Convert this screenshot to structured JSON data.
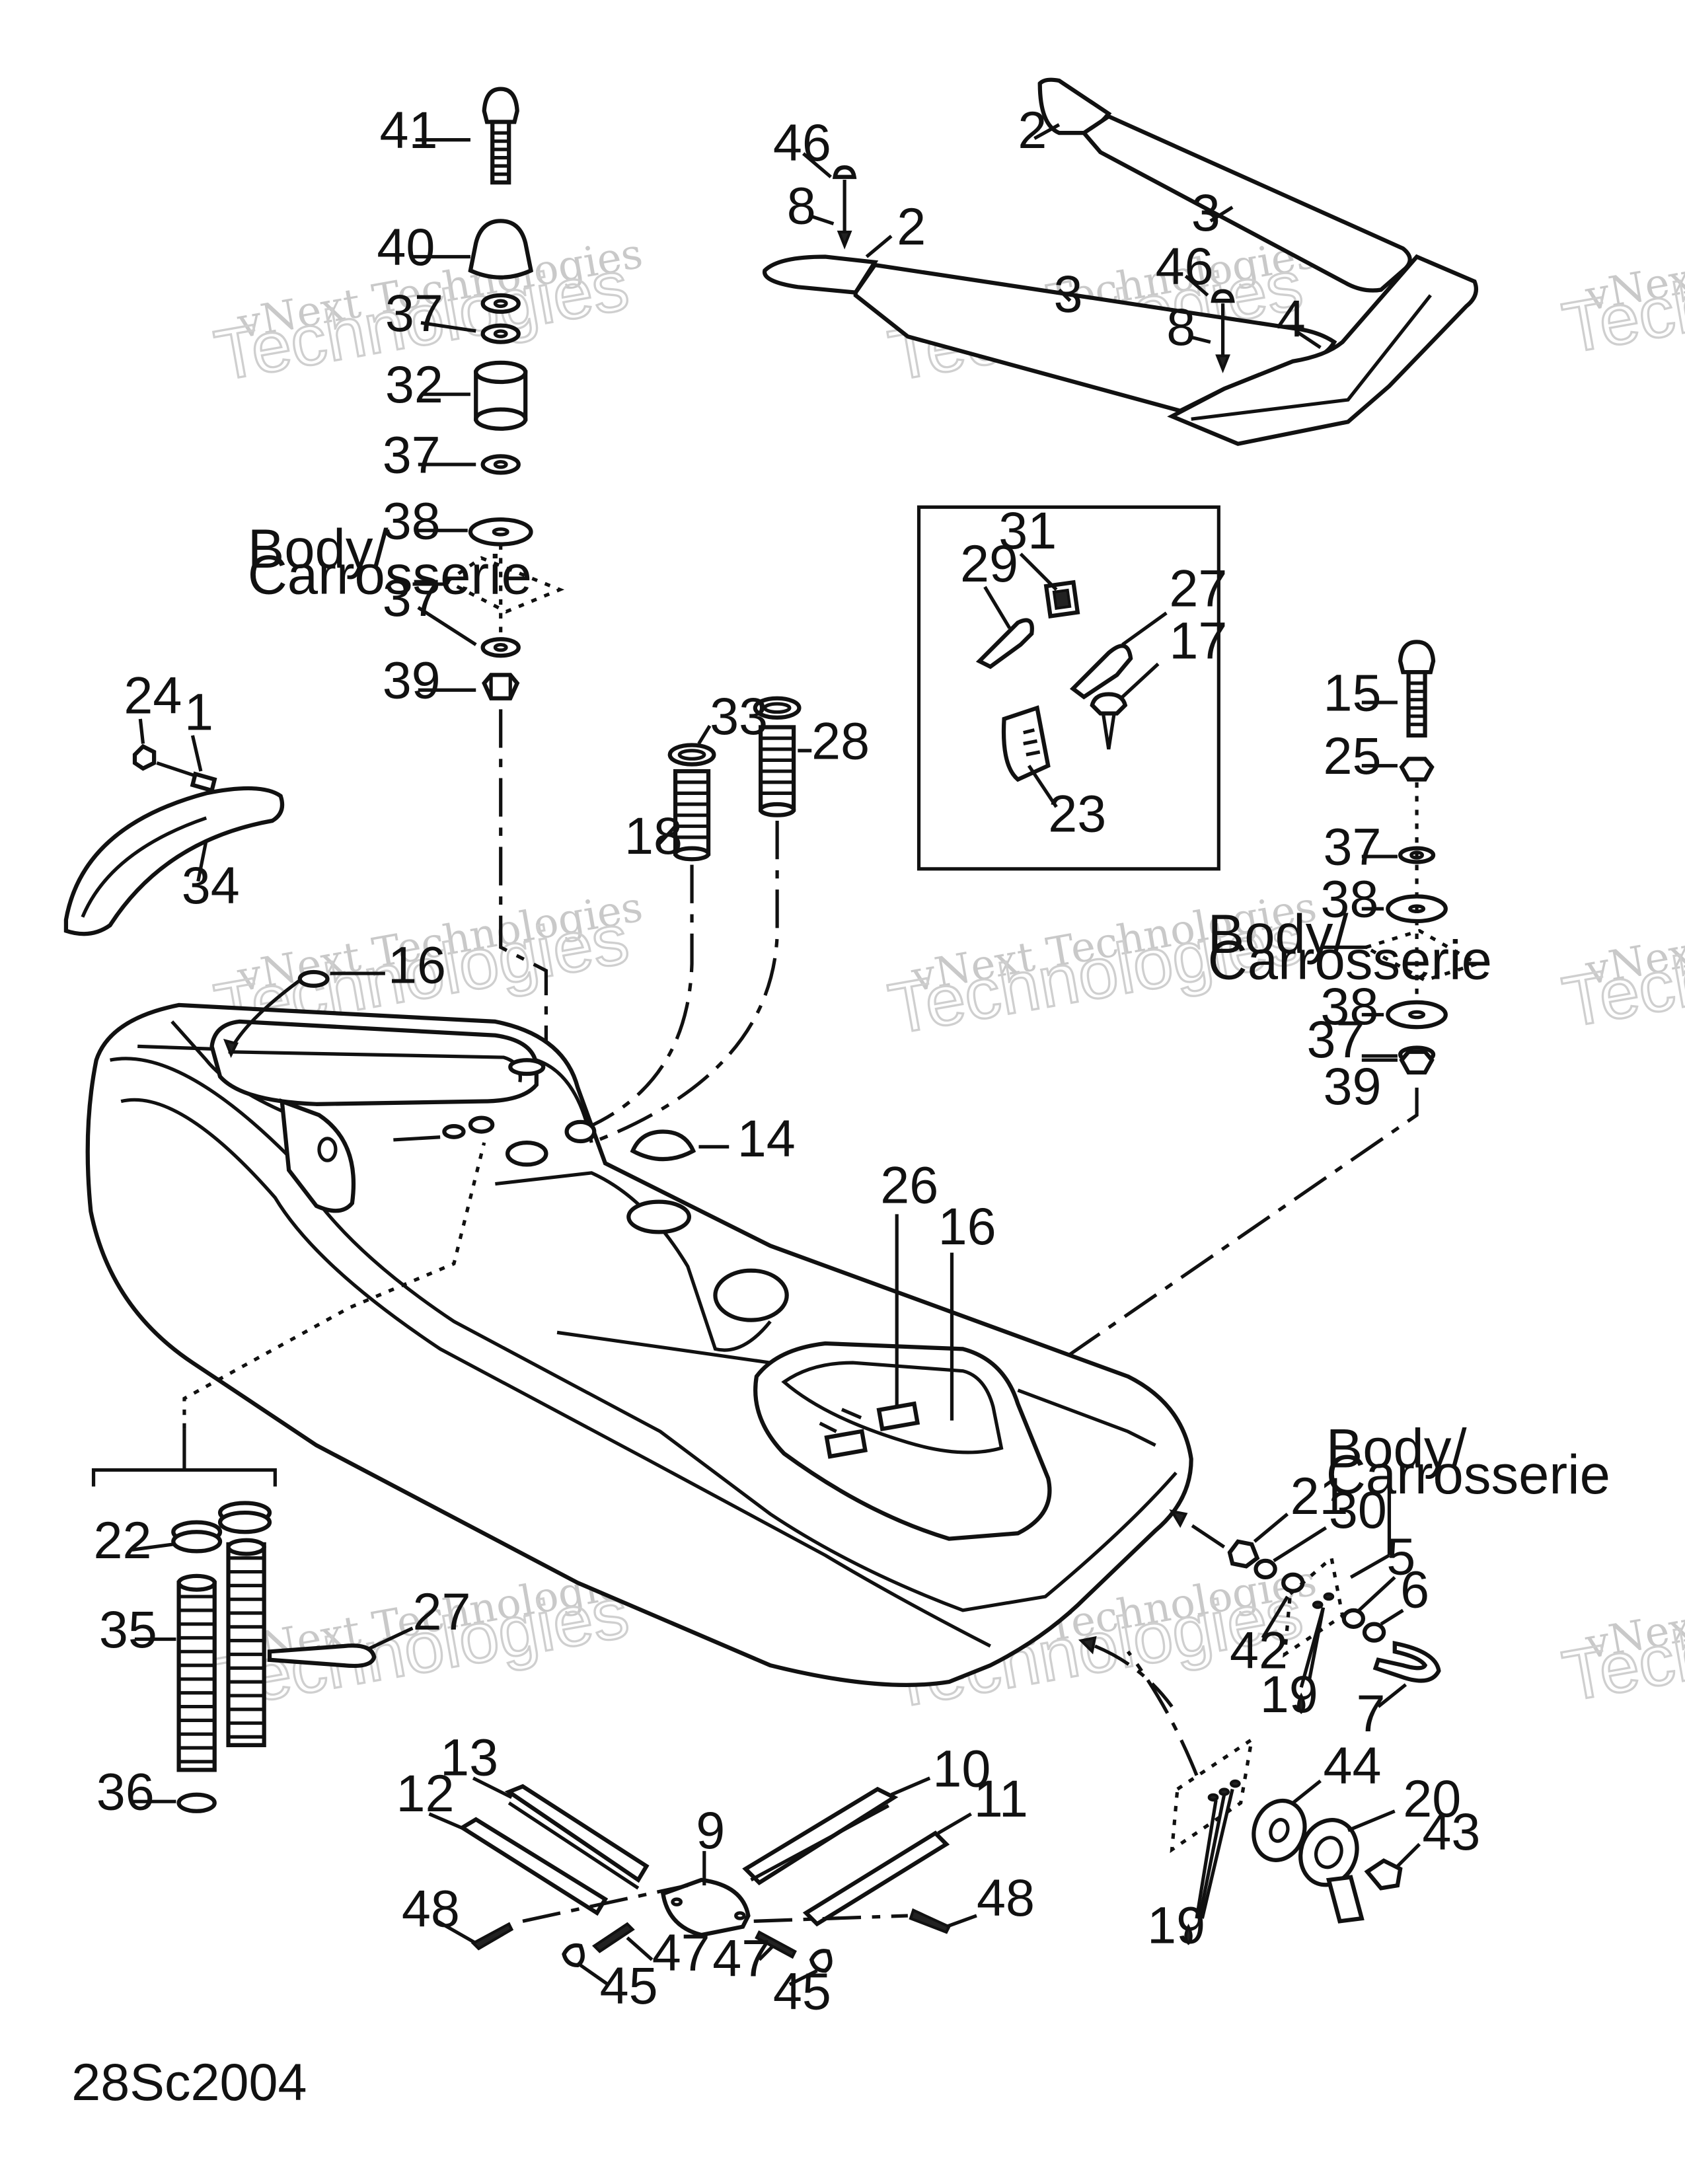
{
  "diagram": {
    "footer_code": "28Sc2004",
    "watermark_line1": "vNext Technologies",
    "watermark_line2": "Technologies",
    "body_label": "Body/",
    "carrosserie_label": "Carrosserie",
    "callouts": {
      "c41": "41",
      "c40": "40",
      "c37a": "37",
      "c32": "32",
      "c37b": "37",
      "c38a": "38",
      "c37c": "37",
      "c39a": "39",
      "c24": "24",
      "c1": "1",
      "c34": "34",
      "c16a": "16",
      "c33": "33",
      "c28": "28",
      "c18": "18",
      "c14": "14",
      "c26": "26",
      "c16b": "16",
      "c46a": "46",
      "c8a": "8",
      "c2a": "2",
      "c2b": "2",
      "c3a": "3",
      "c3b": "3",
      "c46b": "46",
      "c8b": "8",
      "c4": "4",
      "c31": "31",
      "c29": "29",
      "c27a": "27",
      "c17": "17",
      "c23": "23",
      "c15": "15",
      "c25": "25",
      "c37d": "37",
      "c38b": "38",
      "c38c": "38",
      "c37e": "37",
      "c39b": "39",
      "c21": "21",
      "c30": "30",
      "c5": "5",
      "c6": "6",
      "c42": "42",
      "c19a": "19",
      "c7": "7",
      "c44": "44",
      "c20": "20",
      "c43": "43",
      "c19b": "19",
      "c22": "22",
      "c35": "35",
      "c27b": "27",
      "c36": "36",
      "c13": "13",
      "c12": "12",
      "c10": "10",
      "c11": "11",
      "c9": "9",
      "c48a": "48",
      "c48b": "48",
      "c47a": "47",
      "c47b": "47",
      "c45a": "45",
      "c45b": "45"
    }
  }
}
